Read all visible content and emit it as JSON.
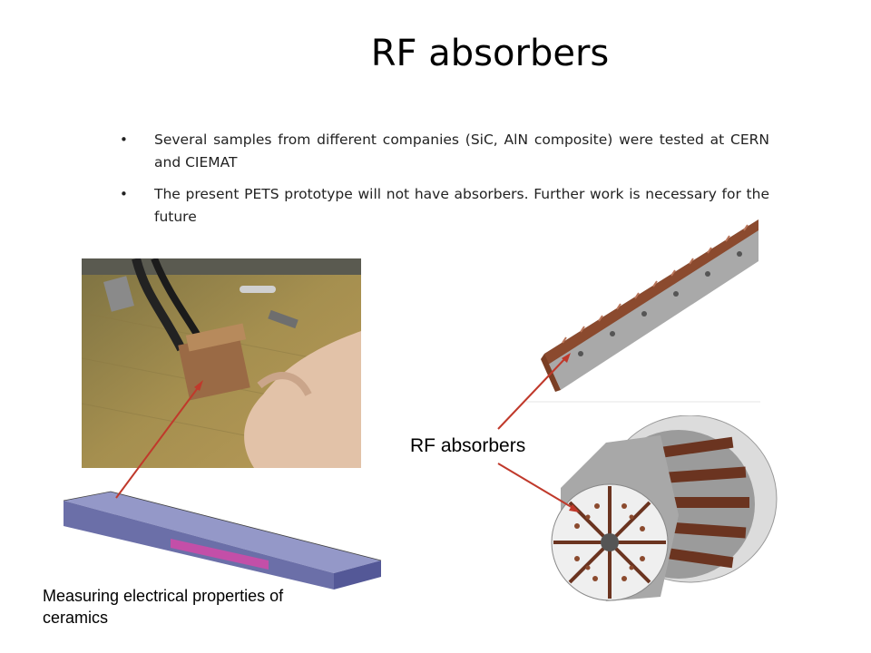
{
  "slide": {
    "title": "RF absorbers",
    "bullets": [
      "Several samples from different companies (SiC, AlN composite) were tested at CERN and CIEMAT",
      "The present PETS prototype will not have absorbers. Further work is necessary for the future"
    ],
    "label_rf": "RF absorbers",
    "label_measuring": "Measuring electrical properties of ceramics"
  },
  "colors": {
    "arrow": "#c0392b",
    "copper": "#8b4a2e",
    "steel_gray": "#a9a9a9",
    "box_purple": "#6b6fa8"
  }
}
